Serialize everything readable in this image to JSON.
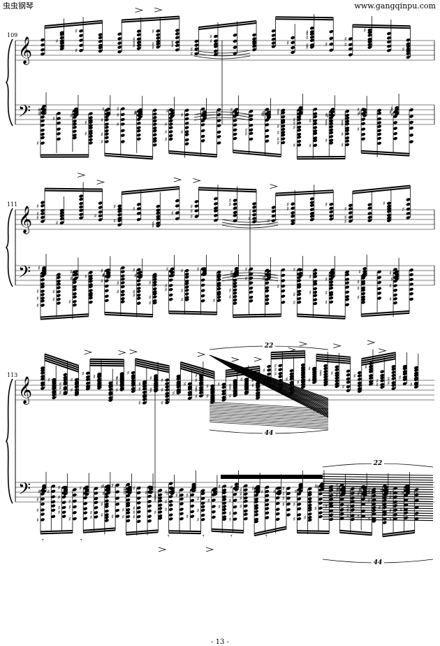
{
  "header": {
    "site_name_cn": "虫虫钢琴",
    "site_url": "www.gangqinpu.com"
  },
  "systems": [
    {
      "measure_number": "109"
    },
    {
      "measure_number": "111"
    },
    {
      "measure_number": "113",
      "tuplets": [
        "22",
        "44",
        "22",
        "44"
      ]
    }
  ],
  "footer": {
    "page_number": "- 13 -"
  }
}
